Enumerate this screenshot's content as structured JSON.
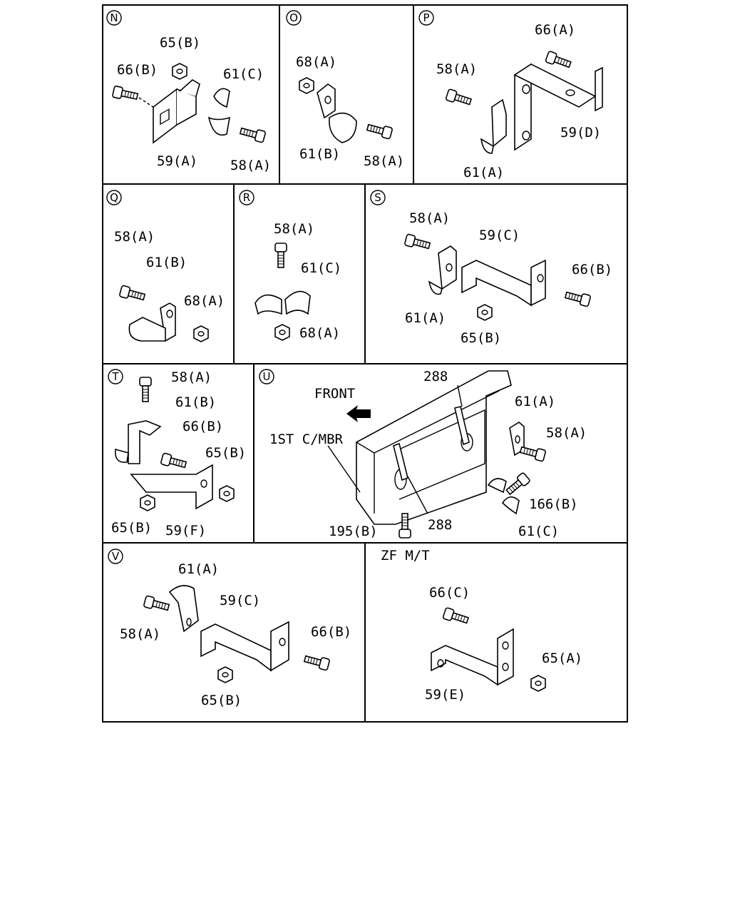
{
  "panels": [
    {
      "letter": "N",
      "parts": [
        "65(B)",
        "66(B)",
        "61(C)",
        "59(A)",
        "58(A)"
      ]
    },
    {
      "letter": "O",
      "parts": [
        "68(A)",
        "61(B)",
        "58(A)"
      ]
    },
    {
      "letter": "P",
      "parts": [
        "66(A)",
        "58(A)",
        "59(D)",
        "61(A)"
      ]
    },
    {
      "letter": "Q",
      "parts": [
        "58(A)",
        "61(B)",
        "68(A)"
      ]
    },
    {
      "letter": "R",
      "parts": [
        "58(A)",
        "61(C)",
        "68(A)"
      ]
    },
    {
      "letter": "S",
      "parts": [
        "58(A)",
        "59(C)",
        "66(B)",
        "61(A)",
        "65(B)"
      ]
    },
    {
      "letter": "T",
      "parts": [
        "58(A)",
        "61(B)",
        "66(B)",
        "65(B)",
        "65(B)",
        "59(F)"
      ]
    },
    {
      "letter": "U",
      "parts": [
        "288",
        "FRONT",
        "61(A)",
        "1ST C/MBR",
        "58(A)",
        "166(B)",
        "288",
        "195(B)",
        "61(C)"
      ]
    },
    {
      "letter": "V",
      "parts": [
        "61(A)",
        "59(C)",
        "58(A)",
        "66(B)",
        "65(B)"
      ]
    },
    {
      "letter": "",
      "caption": "ZF M/T",
      "parts": [
        "66(C)",
        "65(A)",
        "59(E)"
      ]
    }
  ]
}
